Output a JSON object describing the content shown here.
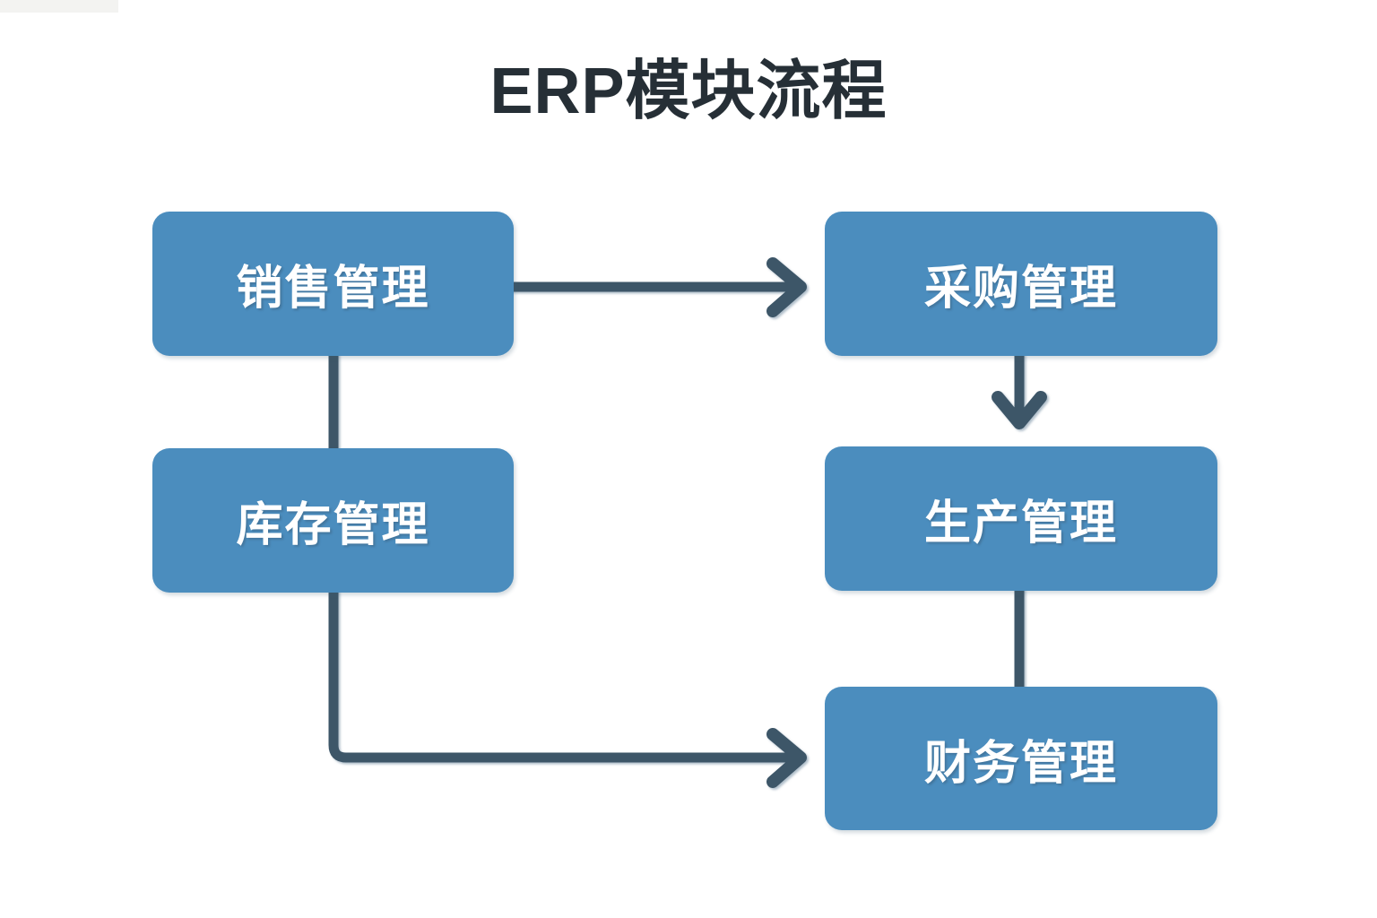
{
  "diagram": {
    "title": "ERP模块流程",
    "background_color": "#ffffff",
    "title_color": "#262f36",
    "node_fill_color": "#4b8dbe",
    "node_text_color": "#ffffff",
    "connector_color": "#3d5668",
    "nodes": [
      {
        "id": "sales",
        "label": "销售管理"
      },
      {
        "id": "inventory",
        "label": "库存管理"
      },
      {
        "id": "purchase",
        "label": "采购管理"
      },
      {
        "id": "production",
        "label": "生产管理"
      },
      {
        "id": "finance",
        "label": "财务管理"
      }
    ],
    "edges": [
      {
        "from": "sales",
        "to": "purchase",
        "style": "horizontal-arrow",
        "arrowhead": true
      },
      {
        "from": "sales",
        "to": "inventory",
        "style": "vertical-line",
        "arrowhead": false
      },
      {
        "from": "purchase",
        "to": "production",
        "style": "vertical-arrow",
        "arrowhead": true
      },
      {
        "from": "production",
        "to": "finance",
        "style": "vertical-line",
        "arrowhead": false
      },
      {
        "from": "inventory",
        "to": "finance",
        "style": "elbow-down-right",
        "arrowhead": true
      }
    ]
  }
}
